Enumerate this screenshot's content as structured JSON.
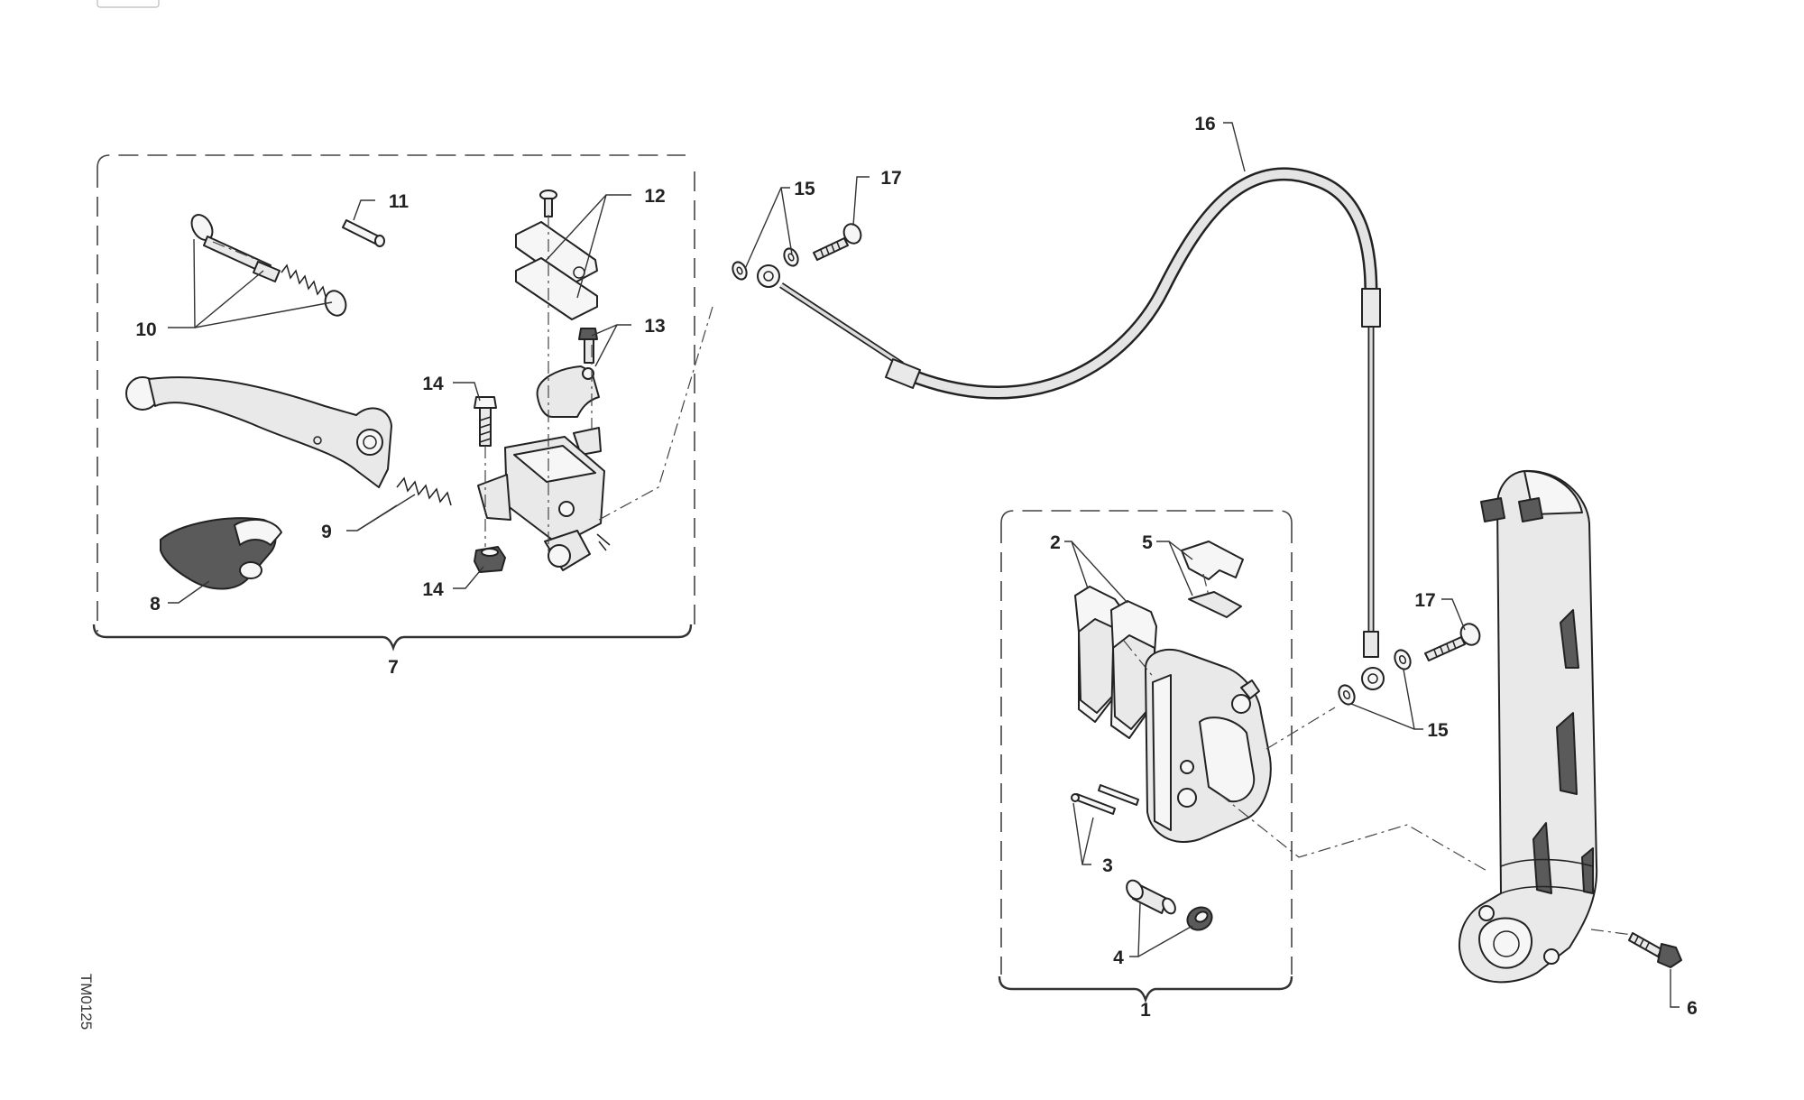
{
  "diagram": {
    "reference_code": "TM0125",
    "callouts": {
      "c1": "1",
      "c2": "2",
      "c3": "3",
      "c4": "4",
      "c5": "5",
      "c6": "6",
      "c7": "7",
      "c8": "8",
      "c9": "9",
      "c10": "10",
      "c11": "11",
      "c12": "12",
      "c13": "13",
      "c14a": "14",
      "c14b": "14",
      "c15a": "15",
      "c15b": "15",
      "c16": "16",
      "c17a": "17",
      "c17b": "17"
    }
  }
}
